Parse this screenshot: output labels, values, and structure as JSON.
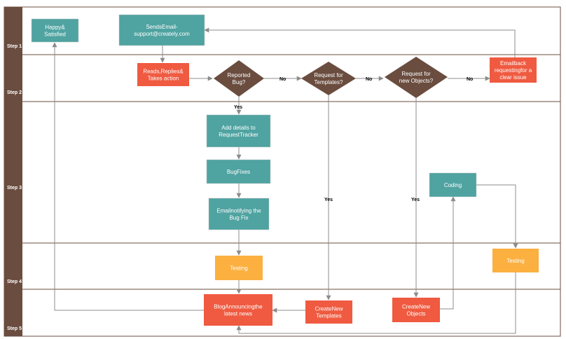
{
  "lanes": [
    {
      "id": "step1",
      "label": "Step 1"
    },
    {
      "id": "step2",
      "label": "Step 2"
    },
    {
      "id": "step3",
      "label": "Step 3"
    },
    {
      "id": "step4",
      "label": "Step 4"
    },
    {
      "id": "step5",
      "label": "Step 5"
    }
  ],
  "nodes": {
    "happy": {
      "lines": [
        "Happy&",
        "Satisfied"
      ]
    },
    "sends_email": {
      "lines": [
        "SendsEmail-",
        "support@creately.com"
      ]
    },
    "reads_replies": {
      "lines": [
        "Reads,Replies&",
        "Takes action"
      ]
    },
    "reported_bug": {
      "lines": [
        "Reported",
        "Bug?"
      ]
    },
    "request_templates": {
      "lines": [
        "Request for",
        "Templates?"
      ]
    },
    "request_objects": {
      "lines": [
        "Request for",
        "new Objects?"
      ]
    },
    "email_back": {
      "lines": [
        "Emailback",
        "requestingfor a",
        "clear issue"
      ]
    },
    "add_details": {
      "lines": [
        "Add details to",
        "RequestTracker"
      ]
    },
    "bug_fixes": {
      "lines": [
        "BugFixes"
      ]
    },
    "email_notifying": {
      "lines": [
        "Emailnotifying the",
        "Bug Fix"
      ]
    },
    "coding": {
      "lines": [
        "Coding"
      ]
    },
    "testing_left": {
      "lines": [
        "Testing"
      ]
    },
    "testing_right": {
      "lines": [
        "Testing"
      ]
    },
    "blog": {
      "lines": [
        "BlogAnnouncingthe",
        "latest news"
      ]
    },
    "create_templates": {
      "lines": [
        "CreateNew",
        "Templates"
      ]
    },
    "create_objects": {
      "lines": [
        "CreateNew",
        "Objects"
      ]
    }
  },
  "edge_labels": {
    "bug_no": "No",
    "templates_no": "No",
    "objects_no": "No",
    "bug_yes": "Yes",
    "templates_yes": "Yes",
    "objects_yes": "Yes"
  },
  "colors": {
    "lane_bar": "#6a4d3f",
    "teal": "#4fa3a1",
    "red": "#ef5a40",
    "orange": "#fbb040",
    "diamond": "#6a4d3f",
    "line": "#8c8c8c"
  }
}
